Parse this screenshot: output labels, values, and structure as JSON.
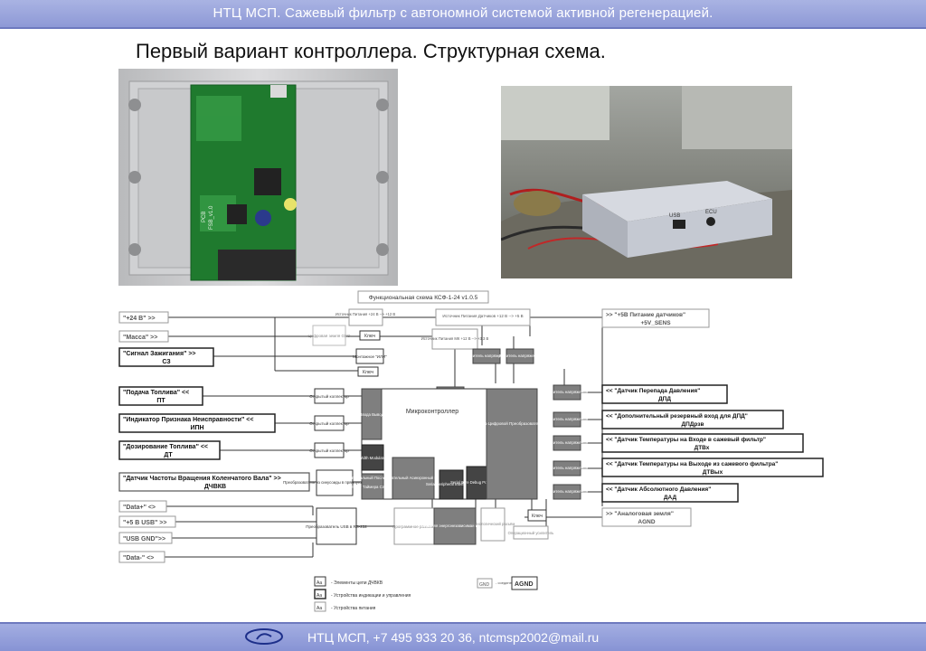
{
  "header": {
    "title": "НТЦ МСП. Сажевый фильтр с автономной системой активной регенерацией."
  },
  "subtitle": "Первый вариант контроллера. Структурная схема.",
  "footer": {
    "text": "НТЦ МСП, +7 495 933 20 36, ntcmsp2002@mail.ru"
  },
  "photos": {
    "board": {
      "silk1": "PCB",
      "silk2": "FSB_v1.0"
    },
    "box": {
      "label1": "USB",
      "label2": "ECU"
    }
  },
  "diagram": {
    "title": "Функциональная схема КСФ-1-24 v1.0.5",
    "inputs": [
      {
        "line1": "\"+24 В\" >>"
      },
      {
        "line1": "\"Масса\" >>"
      },
      {
        "line1": "\"Сигнал Зажигания\" >>",
        "line2": "СЗ"
      },
      {
        "line1": "\"Подача Топлива\" <<",
        "line2": "ПТ"
      },
      {
        "line1": "\"Индикатор Признака Неисправности\" <<",
        "line2": "ИПН"
      },
      {
        "line1": "\"Дозирование Топлива\" <<",
        "line2": "ДТ"
      },
      {
        "line1": "\"Датчик Частоты Вращения Коленчатого Вала\" >>",
        "line2": "ДЧВКВ"
      },
      {
        "line1": "\"Data+\" <>"
      },
      {
        "line1": "\"+5 В USB\" >>"
      },
      {
        "line1": "\"USB GND\">>"
      },
      {
        "line1": "\"Data-\" <>"
      }
    ],
    "outputs": [
      {
        "line1": ">> \"+5В Питание датчиков\"",
        "line2": "+5V_SENS"
      },
      {
        "line1": "<< \"Датчик Перепада Давления\"",
        "line2": "ДПД"
      },
      {
        "line1": "<< \"Дополнительный резервный вход для ДПД\"",
        "line2": "ДПДрзв"
      },
      {
        "line1": "<< \"Датчик Температуры на Входе в сажевый фильтр\"",
        "line2": "ДТВх"
      },
      {
        "line1": "<< \"Датчик Температуры на Выходе из сажевого фильтра\"",
        "line2": "ДТВых"
      },
      {
        "line1": "<< \"Датчик Абсолютного Давления\"",
        "line2": "ДАД"
      },
      {
        "line1": ">> \"Аналоговая земля\"",
        "line2": "AGND"
      }
    ],
    "blocks": {
      "psu24": "Источник Питания +24 В --> +12 В",
      "psu5": "Источник Питания Датчиков +12 В --> +5 В",
      "psu33": "Источник Питания МК +12 В --> +3,3 В",
      "gnd": "Цифровая земля GND",
      "key1": "Ключ",
      "key2": "Ключ",
      "mount": "Монтажное \"ИЛИ\"",
      "divider_top1": "Делитель напряжения",
      "divider_top2": "Делитель напряжения",
      "power_block": "Блок Питания",
      "oc1": "Открытый коллектор",
      "oc2": "Открытый коллектор",
      "oc3": "Открытый коллектор",
      "converter_sig": "Преобразователь из синусоиды в прямоугольный сигнал",
      "gpio": "Порты Ввода Вывода GPIO",
      "pwm": "Pulse Width Modulator PWM",
      "capture": "Захват Таймера Cap/TPM",
      "mcu": "Микроконтроллер",
      "uart": "Универсальный Последовательный Асинхронный Приемо Передатчик УПАП",
      "spi": "Serial Peripheral Interface SPI",
      "swd": "Serial Wire Debug Port SW-DP",
      "adc": "Аналого Цифровой Преобразователь АЦП",
      "usb_conv": "Преобразователь USB в RS-232",
      "ext_sockets": "Программное разъема",
      "nvram": "Внешняя энергонезависимая память",
      "tech_conn": "Технологический разъём",
      "opamp": "Операционный усилитель",
      "key3": "Ключ",
      "dividers": [
        "Делитель напряжения",
        "Делитель напряжения",
        "Делитель напряжения",
        "Делитель напряжения",
        "Делитель напряжения"
      ]
    },
    "legend": [
      {
        "box": "Аа",
        "text": "- Элементы цепи ДЧВКВ"
      },
      {
        "box": "Аа",
        "text": "- Устройства индикации и управления"
      },
      {
        "box": "Аа",
        "text": "- Устройства питания"
      }
    ],
    "legend_gnd": {
      "box1": "GND",
      "text": "- соединение с землей",
      "box2": "AGND"
    }
  }
}
